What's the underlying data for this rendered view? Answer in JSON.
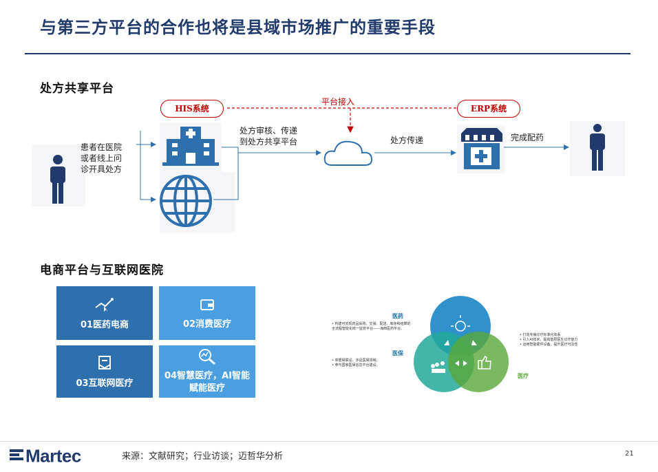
{
  "title": "与第三方平台的合作也将是县域市场推广的重要手段",
  "section1": {
    "heading": "处方共享平台",
    "patient_text": [
      "患者在医院",
      "或者线上问",
      "诊开具处方"
    ],
    "his_label": "HIS系统",
    "erp_label": "ERP系统",
    "platform_access": "平台接入",
    "review_text": [
      "处方审核、传递",
      "到处方共享平台"
    ],
    "transfer_text": "处方传递",
    "dispense_text": "完成配药"
  },
  "section2": {
    "heading": "电商平台与互联网医院",
    "tiles": [
      {
        "label": "01医药电商",
        "icon": "chart-pointer-icon"
      },
      {
        "label": "02消费医疗",
        "icon": "wallet-icon"
      },
      {
        "label": "03互联网医疗",
        "icon": "mail-cross-icon"
      },
      {
        "label": "04智慧医疗，AI智能赋能医疗",
        "icon": "magnifier-chart-icon"
      }
    ],
    "venn": {
      "label_medicine": "医药",
      "label_insurance": "医保",
      "label_medical": "医疗",
      "medicine_text": "• 构建可实现药品采购、交易、配送、库存和结算的全流程智能化统一监管平台——海西医药平台。",
      "insurance_text": [
        "• 单据易联设，涉足医保领域；",
        "• 参与国家医保信息平台建设。"
      ],
      "medical_text": [
        "• 打造专病诊疗标准化体系",
        "• 引入AI技术，提高基层医生诊疗能力",
        "• 运用智能硬件设备，提升医疗可及性"
      ],
      "colors": {
        "blue": "#1e88c9",
        "teal": "#22a89a",
        "green": "#5aa83a"
      }
    }
  },
  "footer": {
    "logo": "Martec",
    "source": "来源：文献研究；行业访谈；迈哲华分析",
    "page": "21"
  }
}
